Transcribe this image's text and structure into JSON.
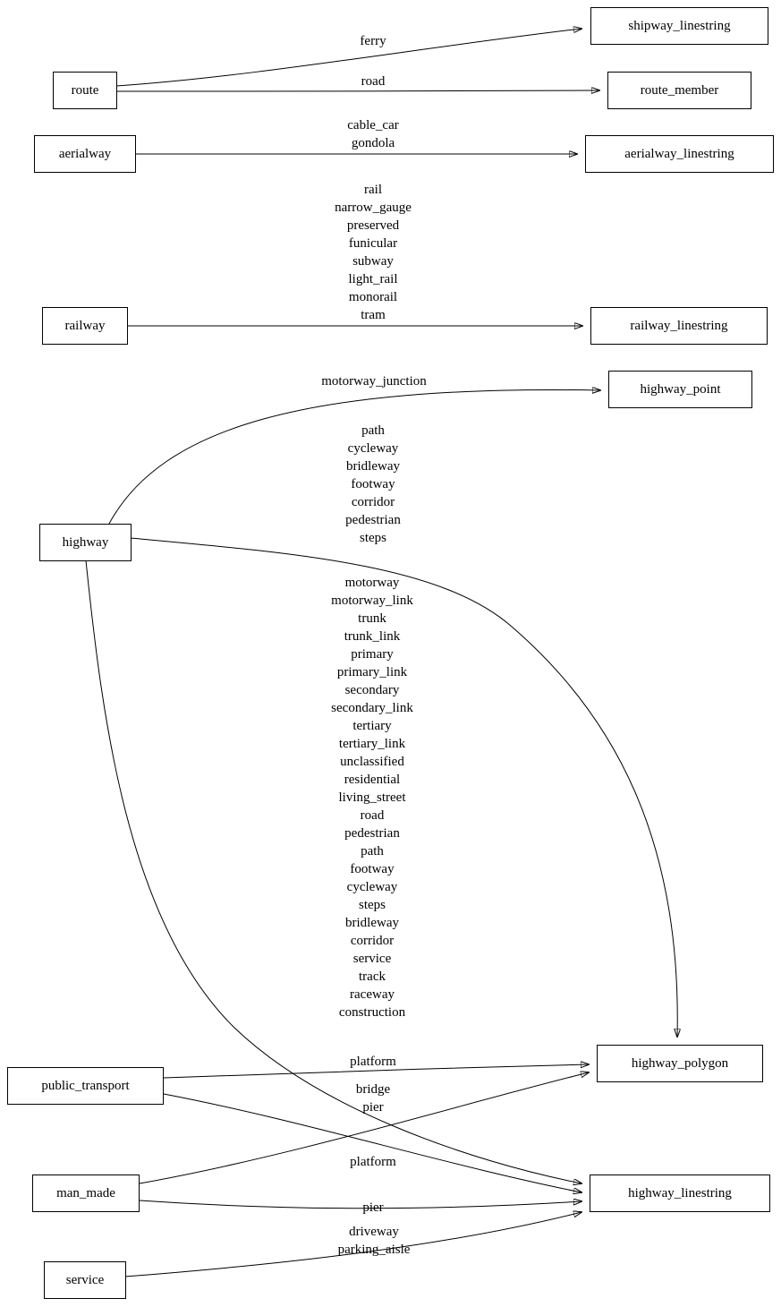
{
  "title": "OSM mapping diagram",
  "colors": {
    "background": "#ffffff",
    "node_border": "#000000",
    "edge": "#000000",
    "text": "#000000"
  },
  "nodes": {
    "route": "route",
    "aerialway": "aerialway",
    "railway": "railway",
    "highway": "highway",
    "public_transport": "public_transport",
    "man_made": "man_made",
    "service": "service",
    "shipway_linestring": "shipway_linestring",
    "route_member": "route_member",
    "aerialway_linestring": "aerialway_linestring",
    "railway_linestring": "railway_linestring",
    "highway_point": "highway_point",
    "highway_polygon": "highway_polygon",
    "highway_linestring": "highway_linestring"
  },
  "edges": [
    {
      "from": "route",
      "to": "shipway_linestring",
      "label": "ferry"
    },
    {
      "from": "route",
      "to": "route_member",
      "label": "road"
    },
    {
      "from": "aerialway",
      "to": "aerialway_linestring",
      "label": "cable_car\ngondola"
    },
    {
      "from": "railway",
      "to": "railway_linestring",
      "label": "rail\nnarrow_gauge\npreserved\nfunicular\nsubway\nlight_rail\nmonorail\ntram"
    },
    {
      "from": "highway",
      "to": "highway_point",
      "label": "motorway_junction"
    },
    {
      "from": "highway",
      "to": "highway_polygon",
      "label": "path\ncycleway\nbridleway\nfootway\ncorridor\npedestrian\nsteps"
    },
    {
      "from": "highway",
      "to": "highway_linestring",
      "label": "motorway\nmotorway_link\ntrunk\ntrunk_link\nprimary\nprimary_link\nsecondary\nsecondary_link\ntertiary\ntertiary_link\nunclassified\nresidential\nliving_street\nroad\npedestrian\npath\nfootway\ncycleway\nsteps\nbridleway\ncorridor\nservice\ntrack\nraceway\nconstruction"
    },
    {
      "from": "public_transport",
      "to": "highway_polygon",
      "label": "platform"
    },
    {
      "from": "man_made",
      "to": "highway_polygon",
      "label": "bridge\npier"
    },
    {
      "from": "public_transport",
      "to": "highway_linestring",
      "label": "platform"
    },
    {
      "from": "man_made",
      "to": "highway_linestring",
      "label": "pier"
    },
    {
      "from": "service",
      "to": "highway_linestring",
      "label": "driveway\nparking_aisle"
    }
  ]
}
